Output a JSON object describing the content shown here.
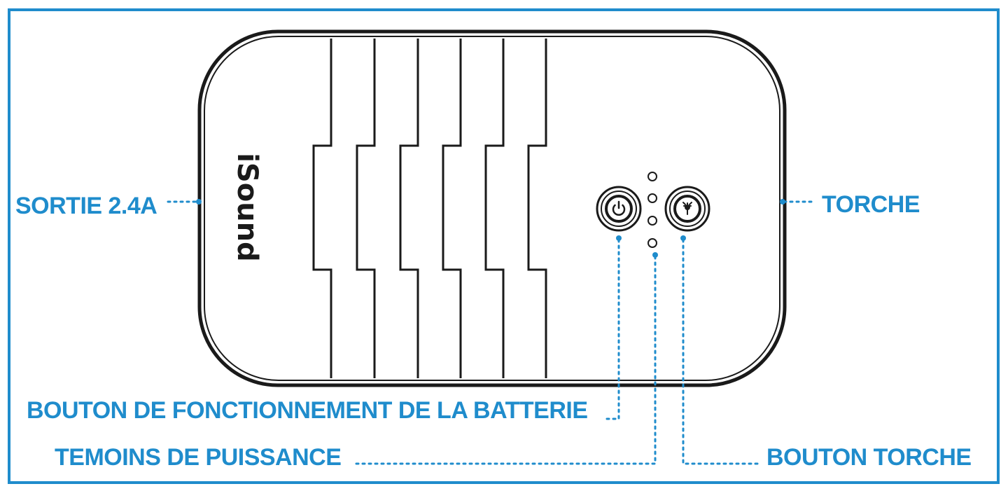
{
  "brand": "iSound",
  "labels": {
    "output": "SORTIE 2.4A",
    "torch": "TORCHE",
    "battery_button": "BOUTON DE FONCTIONNEMENT DE LA BATTERIE",
    "power_indicators": "TEMOINS DE PUISSANCE",
    "torch_button": "BOUTON TORCHE"
  },
  "colors": {
    "accent": "#1f8ccc",
    "outline": "#1a1a1a",
    "background": "#ffffff"
  },
  "icons": [
    "power-icon",
    "flashlight-icon"
  ],
  "indicator_count": 4
}
